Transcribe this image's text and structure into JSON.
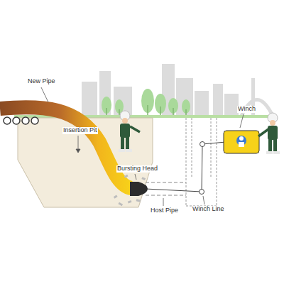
{
  "diagram": {
    "labels": [
      "New Pipe",
      "Insertion Pit",
      "Bursting Head",
      "Host Pipe",
      "Winch Line",
      "Winch"
    ]
  }
}
